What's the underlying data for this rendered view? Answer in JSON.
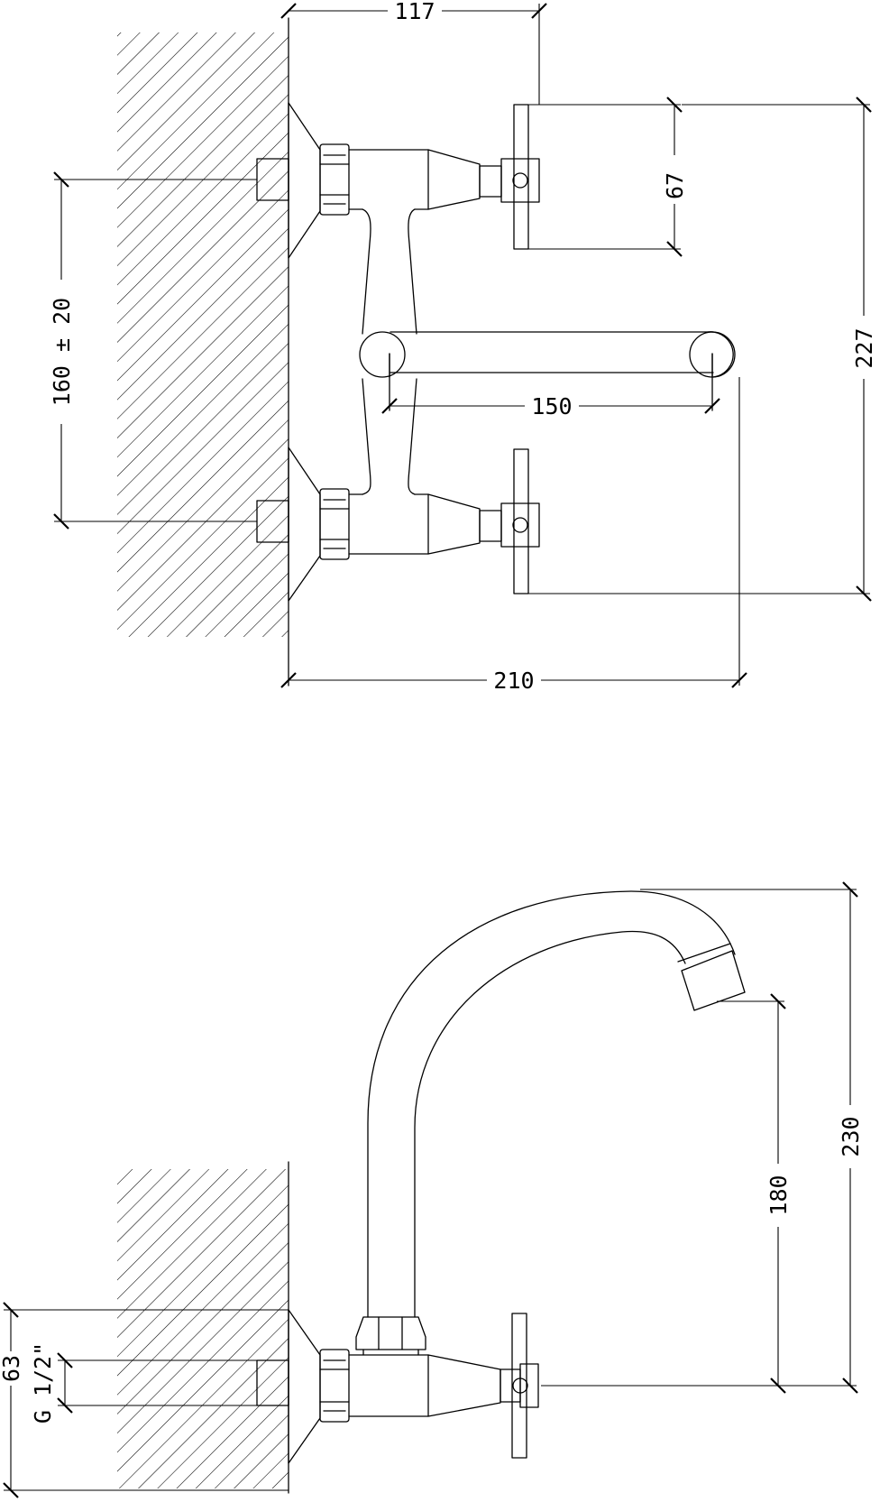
{
  "front_view": {
    "dimensions": {
      "inlet_to_handle": "117",
      "handle_width": "67",
      "inlet_spacing": "160 ± 20",
      "spout_length": "150",
      "overall_height": "227",
      "overall_depth": "210"
    }
  },
  "side_view": {
    "dimensions": {
      "outlet_height": "180",
      "overall_height": "230",
      "wall_offset": "63",
      "thread_size": "G 1/2\""
    }
  }
}
